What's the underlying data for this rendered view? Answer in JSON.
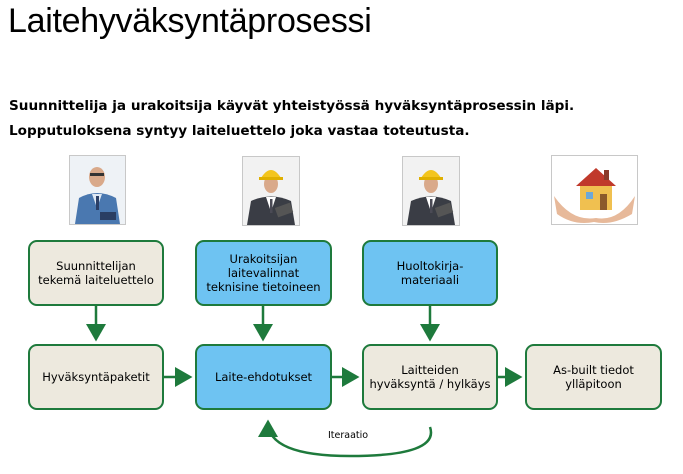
{
  "title": "Laitehyväksyntäprosessi",
  "intro": {
    "line1": "Suunnittelija ja urakoitsija käyvät yhteistyössä hyväksyntäprosessin läpi.",
    "line2": "Lopputuloksena syntyy laiteluettelo joka vastaa toteutusta."
  },
  "photos": [
    {
      "icon": "designer-person-photo"
    },
    {
      "icon": "contractor-hardhat-photo"
    },
    {
      "icon": "contractor-hardhat-photo"
    },
    {
      "icon": "house-in-hands-photo"
    }
  ],
  "boxes": {
    "designer_list": "Suunnittelijan tekemä laiteluettelo",
    "contractor_choices": "Urakoitsijan laitevalinnat teknisine tietoineen",
    "maintenance_material": "Huoltokirja-materiaali",
    "approval_packages": "Hyväksyntäpaketit",
    "device_proposals": "Laite-ehdotukset",
    "approval_rejection": "Laitteiden hyväksyntä / hylkäys",
    "asbuilt": "As-built tiedot ylläpitoon"
  },
  "iteration_label": "Iteraatio",
  "colors": {
    "border": "#1e7a3c",
    "beige": "#ede9de",
    "blue": "#6ec3f2"
  }
}
